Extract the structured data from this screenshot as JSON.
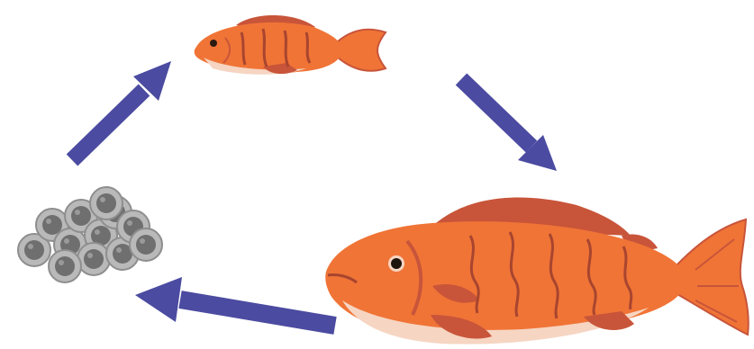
{
  "diagram": {
    "stages": [
      {
        "id": "eggs",
        "icon": "fish-eggs-icon"
      },
      {
        "id": "young-fish",
        "icon": "young-fish-icon"
      },
      {
        "id": "adult-fish",
        "icon": "adult-fish-icon"
      }
    ],
    "arrows": [
      {
        "from": "eggs",
        "to": "young-fish"
      },
      {
        "from": "young-fish",
        "to": "adult-fish"
      },
      {
        "from": "adult-fish",
        "to": "eggs"
      }
    ],
    "colors": {
      "arrow": "#4b4ba1",
      "fish_body": "#f07436",
      "fish_fin": "#c8553a",
      "fish_belly": "#f6d5c2",
      "fish_stripe": "#a8452f",
      "egg_outer": "#b7b7b7",
      "egg_inner": "#6e6e6e",
      "background": "#ffffff"
    }
  }
}
